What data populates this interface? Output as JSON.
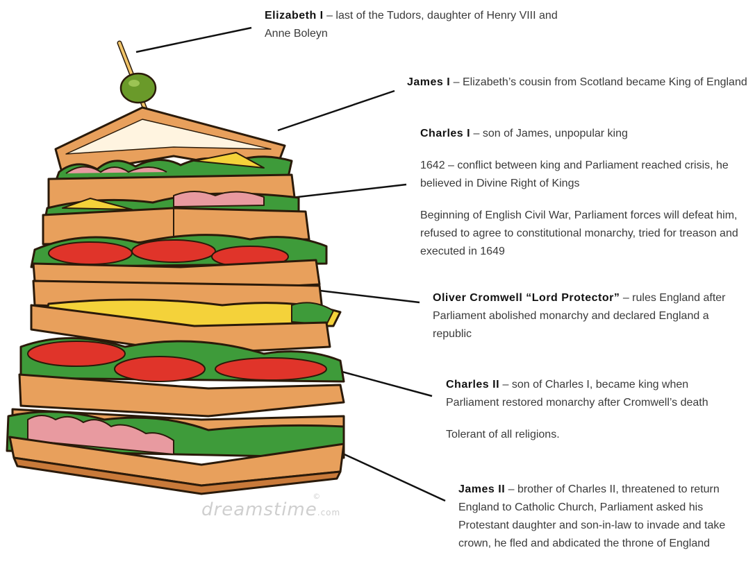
{
  "annotations": [
    {
      "id": "elizabeth",
      "name": "Elizabeth I",
      "text": " – last of the Tudors, daughter of Henry VIII and Anne Boleyn"
    },
    {
      "id": "james1",
      "name": "James I",
      "text": " – Elizabeth’s cousin from Scotland became King of England"
    },
    {
      "id": "charles1",
      "name": "Charles I",
      "text": " – son of James, unpopular king",
      "extra": [
        "1642 – conflict between king and Parliament reached crisis, he believed in Divine Right of Kings",
        "Beginning of English Civil War, Parliament forces will defeat him, refused to agree to constitutional monarchy, tried for treason and executed in 1649"
      ]
    },
    {
      "id": "cromwell",
      "name": "Oliver Cromwell “Lord Protector”",
      "text": " – rules England after Parliament abolished monarchy and declared England a republic"
    },
    {
      "id": "charles2",
      "name": "Charles II",
      "text": " – son of Charles I, became king when Parliament restored monarchy after Cromwell’s death",
      "extra": [
        "Tolerant of all religions."
      ]
    },
    {
      "id": "james2",
      "name": "James II",
      "text": " – brother of Charles II, threatened to return England to Catholic Church, Parliament asked his Protestant daughter and son-in-law to invade and take crown, he fled and abdicated the throne of England"
    }
  ],
  "watermark": {
    "text": "dreamstime",
    "suffix": ".com",
    "symbol": "©"
  },
  "colors": {
    "bread": "#e8a05c",
    "crust": "#c97a3a",
    "lettuce": "#3e9b3a",
    "tomato": "#e0342a",
    "cheese": "#f4d23a",
    "ham": "#e89aa0",
    "olive": "#6a9a2a",
    "outline": "#2a1a0a"
  }
}
